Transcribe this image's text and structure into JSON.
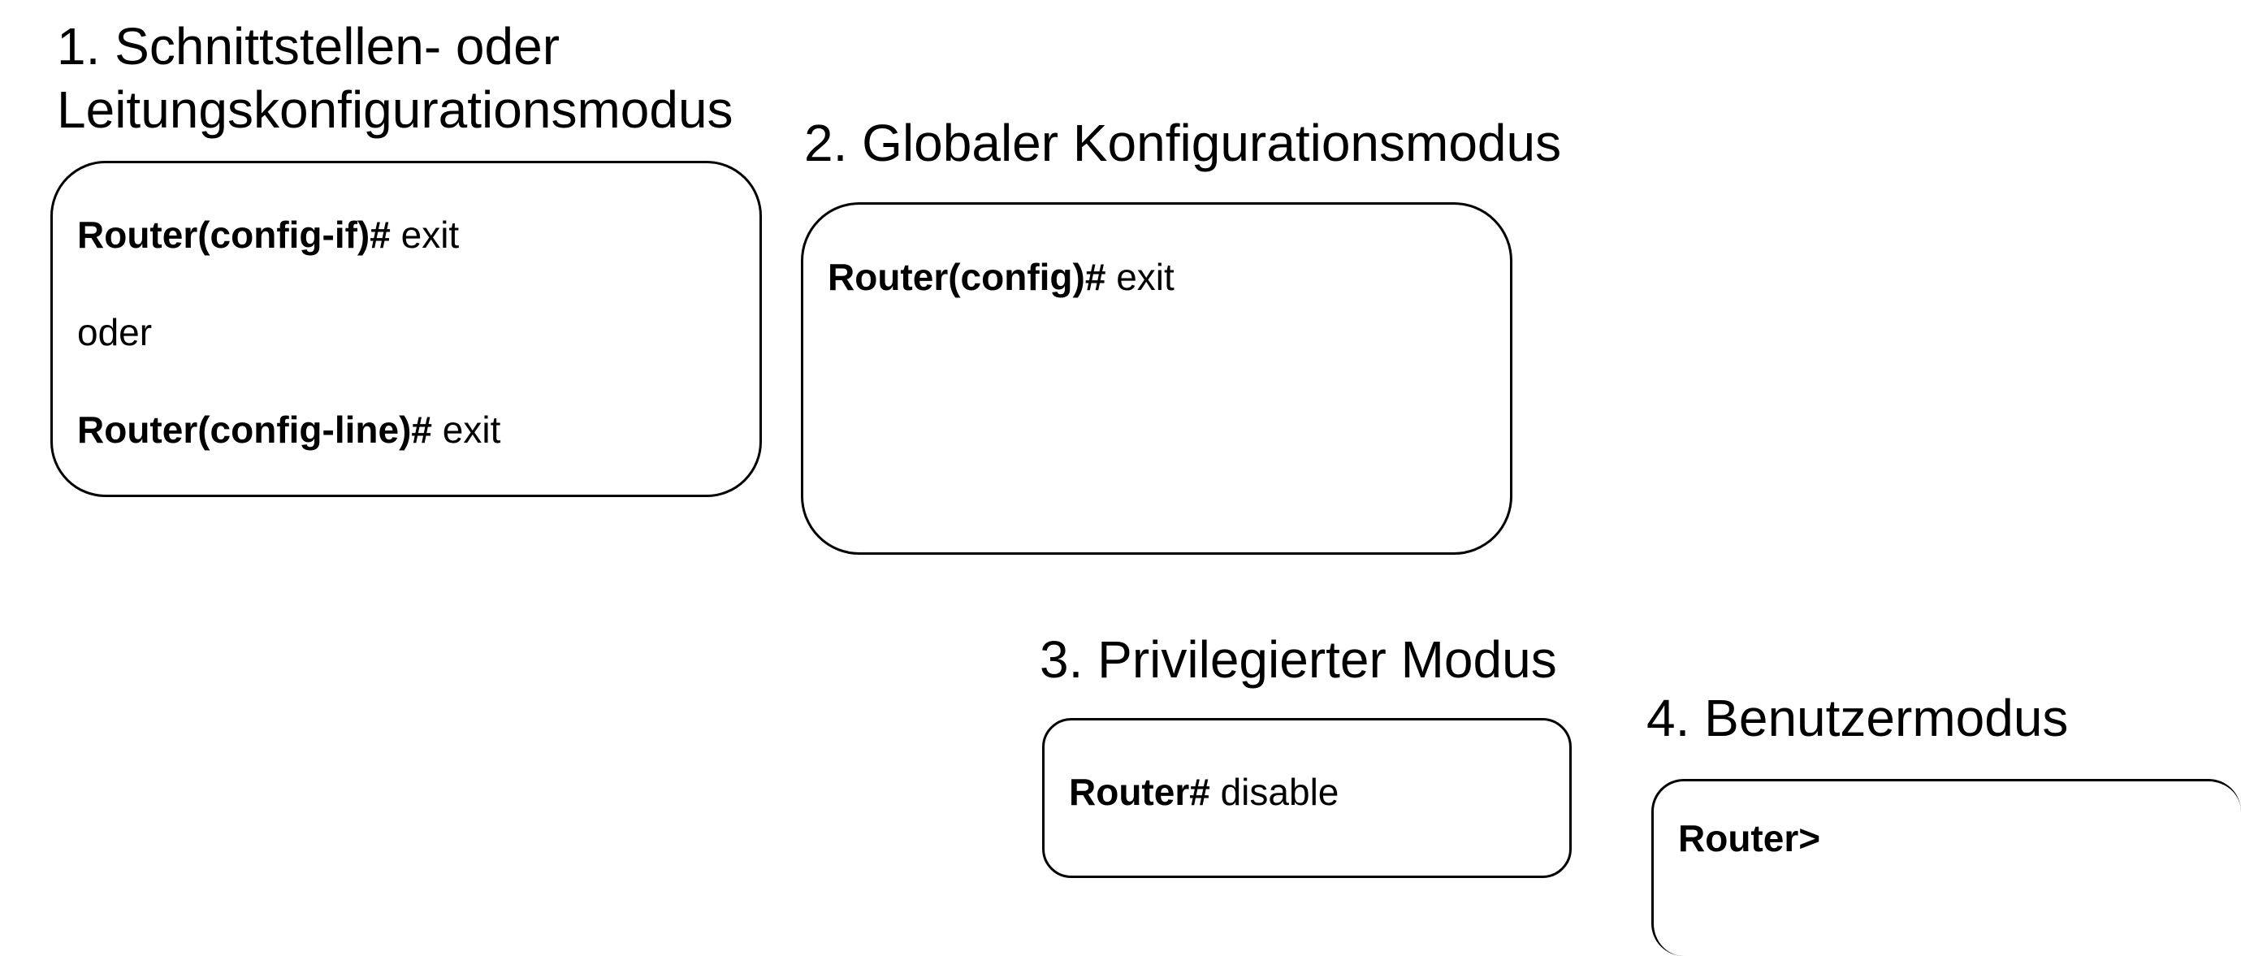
{
  "modes": [
    {
      "heading_line1": "1. Schnittstellen- oder",
      "heading_line2": "Leitungskonfigurationsmodus",
      "commands": [
        {
          "prompt": "Router(config-if)#",
          "command": "exit"
        },
        {
          "text": "oder"
        },
        {
          "prompt": "Router(config-line)#",
          "command": "exit"
        }
      ]
    },
    {
      "heading": "2. Globaler Konfigurationsmodus",
      "commands": [
        {
          "prompt": "Router(config)#",
          "command": "exit"
        }
      ]
    },
    {
      "heading": "3. Privilegierter Modus",
      "commands": [
        {
          "prompt": "Router#",
          "command": "disable"
        }
      ]
    },
    {
      "heading": "4. Benutzermodus",
      "commands": [
        {
          "prompt": "Router>"
        }
      ]
    }
  ]
}
